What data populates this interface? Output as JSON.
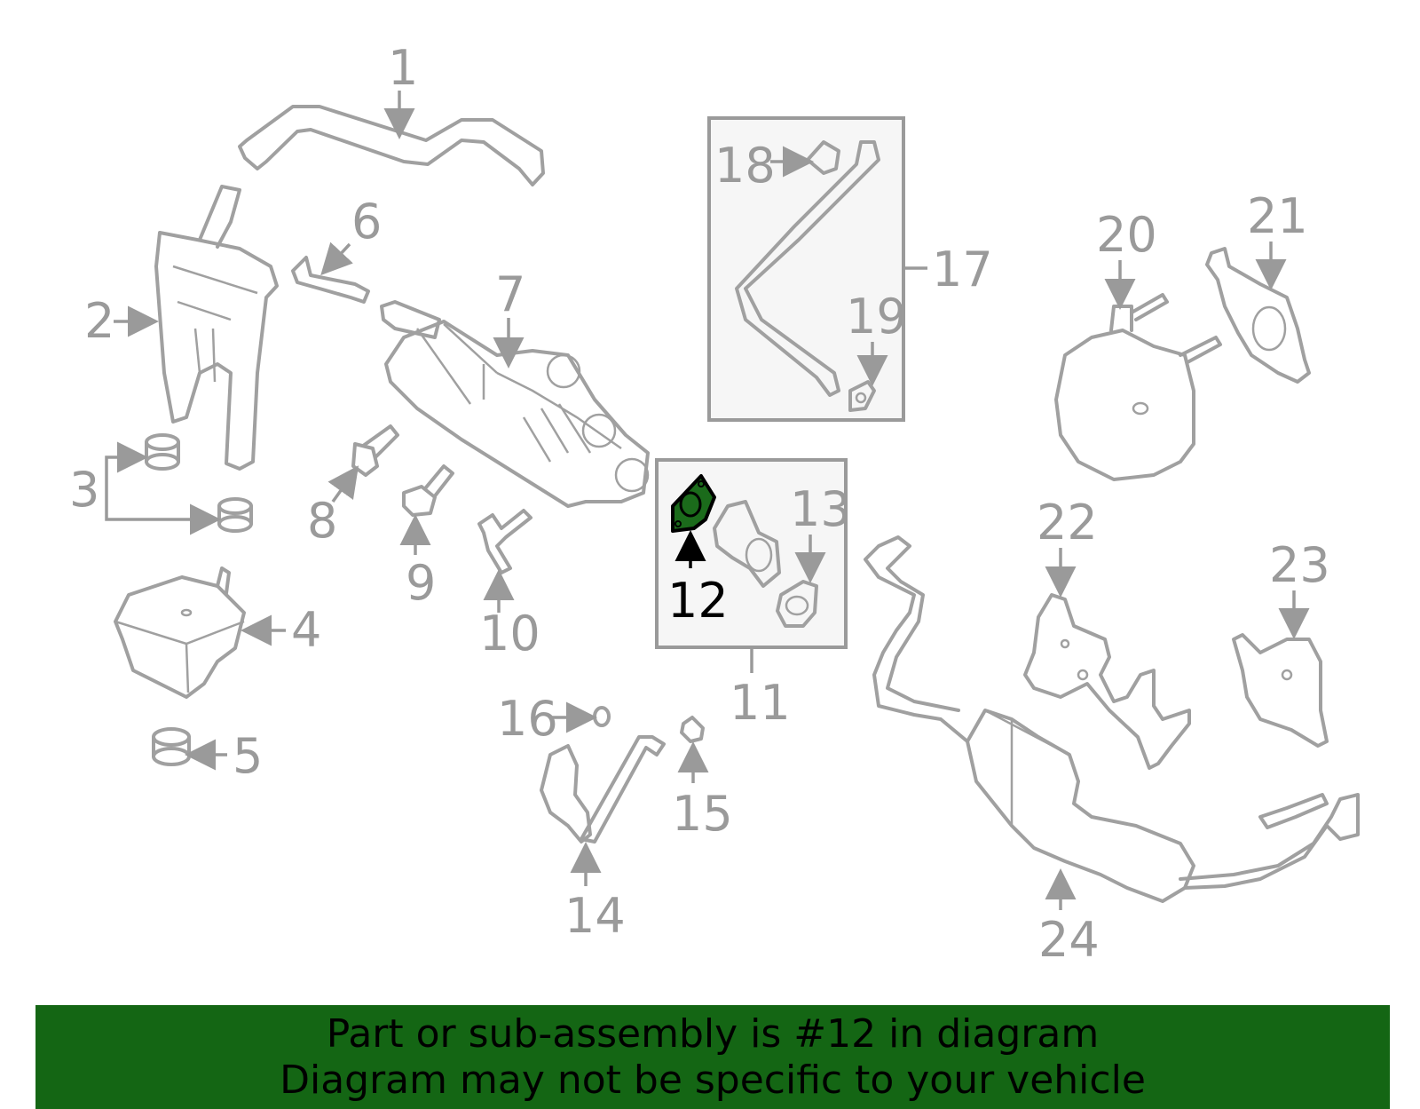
{
  "diagram": {
    "callouts": [
      "1",
      "2",
      "3",
      "4",
      "5",
      "6",
      "7",
      "8",
      "9",
      "10",
      "11",
      "12",
      "13",
      "14",
      "15",
      "16",
      "17",
      "18",
      "19",
      "20",
      "21",
      "22",
      "23",
      "24"
    ],
    "highlighted_callout": "12",
    "highlight_color": "#1b6b1b",
    "part_color": "#a0a0a0"
  },
  "banner": {
    "line1": "Part or sub-assembly is #12 in diagram",
    "line2": "Diagram may not be specific to your vehicle",
    "background": "#146614"
  }
}
